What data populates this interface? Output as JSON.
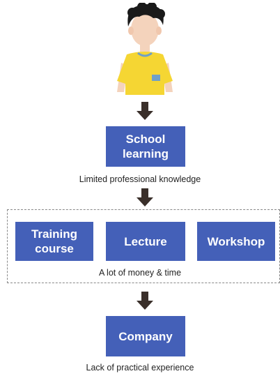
{
  "person": {
    "icon": "student-icon",
    "shirt_color": "#f5d633",
    "hair_color": "#1a1a1a"
  },
  "nodes": {
    "school": "School learning",
    "training": "Training course",
    "lecture": "Lecture",
    "workshop": "Workshop",
    "company": "Company"
  },
  "captions": {
    "after_school": "Limited professional knowledge",
    "after_group": "A lot of money & time",
    "after_company": "Lack of practical experience"
  },
  "colors": {
    "box": "#4460b8",
    "arrow": "#3a2f2a"
  }
}
